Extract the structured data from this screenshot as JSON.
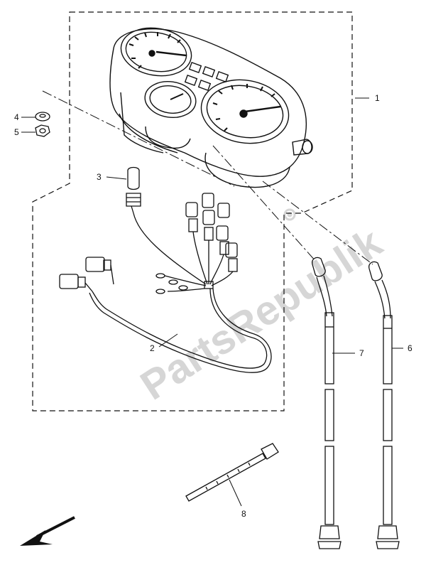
{
  "diagram": {
    "callouts": [
      {
        "id": "1",
        "label": "1"
      },
      {
        "id": "2",
        "label": "2"
      },
      {
        "id": "3",
        "label": "3"
      },
      {
        "id": "4",
        "label": "4"
      },
      {
        "id": "5",
        "label": "5"
      },
      {
        "id": "6",
        "label": "6"
      },
      {
        "id": "7",
        "label": "7"
      },
      {
        "id": "8",
        "label": "8"
      }
    ],
    "watermark": "PartsRepublik",
    "colors": {
      "line": "#111111",
      "watermark": "#d6d6d6",
      "background": "#ffffff"
    }
  }
}
